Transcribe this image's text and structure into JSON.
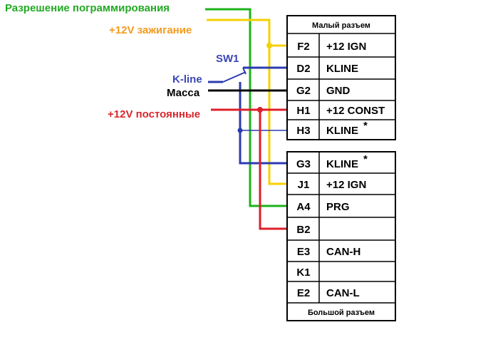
{
  "labels": {
    "prog_enable": "Разрешение пограммирования",
    "ign": "+12V зажигание",
    "sw1": "SW1",
    "kline": "K-line",
    "ground": "Масса",
    "const": "+12V постоянные"
  },
  "small_connector": {
    "title": "Малый разъем",
    "pins": [
      {
        "pin": "F2",
        "func": "+12 IGN"
      },
      {
        "pin": "D2",
        "func": "KLINE"
      },
      {
        "pin": "G2",
        "func": "GND"
      },
      {
        "pin": "H1",
        "func": "+12 CONST"
      },
      {
        "pin": "H3",
        "func": "KLINE",
        "mark": "*"
      }
    ]
  },
  "big_connector": {
    "title": "Большой разъем",
    "pins": [
      {
        "pin": "G3",
        "func": "KLINE",
        "mark": "*"
      },
      {
        "pin": "J1",
        "func": "+12 IGN"
      },
      {
        "pin": "A4",
        "func": "PRG"
      },
      {
        "pin": "B2",
        "func": ""
      },
      {
        "pin": "E3",
        "func": "CAN-H"
      },
      {
        "pin": "K1",
        "func": ""
      },
      {
        "pin": "E2",
        "func": "CAN-L"
      }
    ]
  },
  "colors": {
    "green": "#1cb31c",
    "yellow": "#f5d000",
    "blue": "#2b3bb0",
    "black": "#000000",
    "red": "#dd1f2a",
    "label_green": "#22aa22",
    "label_orange": "#f39a1e",
    "label_blue": "#3b46b5",
    "label_red": "#d9262c"
  }
}
